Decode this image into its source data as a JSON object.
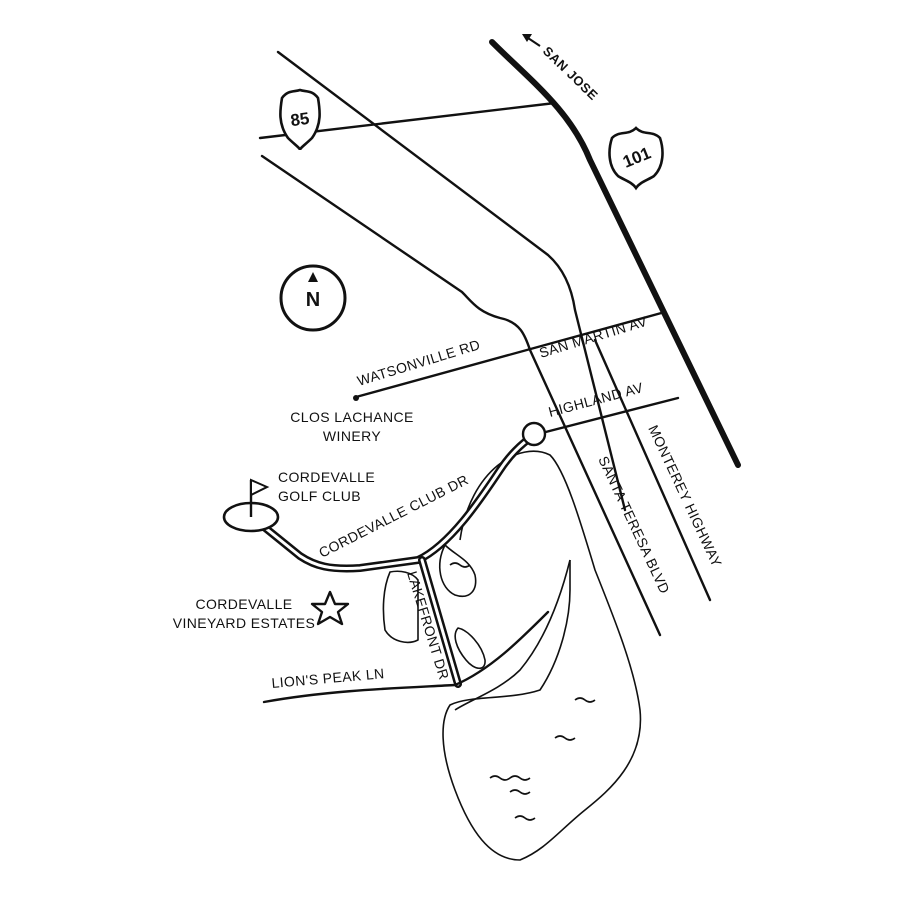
{
  "highways": {
    "i85": "85",
    "us101": "101",
    "san_jose": "SAN JOSE"
  },
  "roads": {
    "watsonville": "WATSONVILLE RD",
    "san_martin": "SAN MARTIN AV",
    "highland": "HIGHLAND AV",
    "santa_teresa": "SANTA TERESA BLVD",
    "monterey": "MONTEREY HIGHWAY",
    "cordevalle_club": "CORDEVALLE CLUB DR",
    "lakefront": "LAKEFRONT DR",
    "lions_peak": "LION'S PEAK LN"
  },
  "places": {
    "clos_line1": "CLOS LACHANCE",
    "clos_line2": "WINERY",
    "golf_line1": "CORDEVALLE",
    "golf_line2": "GOLF CLUB",
    "estates_line1": "CORDEVALLE",
    "estates_line2": "VINEYARD ESTATES"
  },
  "compass": {
    "label": "N"
  },
  "icons": [
    "compass-icon",
    "golf-flag-icon",
    "star-icon",
    "interstate-shield-icon",
    "us-route-shield-icon",
    "arrow-left-icon",
    "water-icon"
  ]
}
